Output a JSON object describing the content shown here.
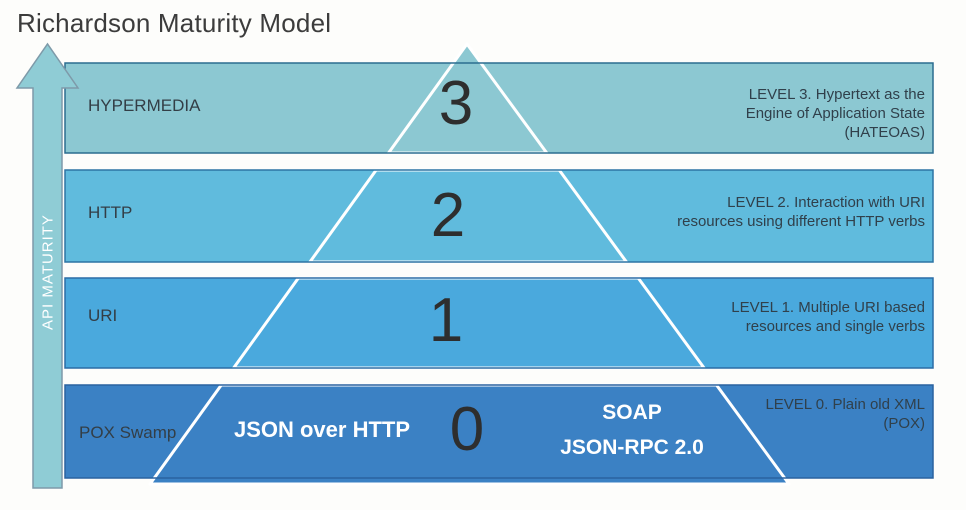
{
  "title": "Richardson Maturity Model",
  "axis_label": "API MATURITY",
  "levels": [
    {
      "level": "3",
      "name": "HYPERMEDIA",
      "description_lines": [
        "LEVEL 3. Hypertext as the",
        "Engine of Application State",
        "(HATEOAS)"
      ],
      "color": "#8cc8d2",
      "border": "#2b6d90"
    },
    {
      "level": "2",
      "name": "HTTP",
      "description_lines": [
        "LEVEL 2. Interaction with URI",
        "resources using different HTTP verbs"
      ],
      "color": "#60bbdd",
      "border": "#2c74a4"
    },
    {
      "level": "1",
      "name": "URI",
      "description_lines": [
        "LEVEL 1. Multiple URI based",
        "resources and single verbs"
      ],
      "color": "#4aa9dd",
      "border": "#2b6da6"
    },
    {
      "level": "0",
      "name": "POX Swamp",
      "description_lines": [
        "LEVEL 0. Plain old XML",
        "(POX)"
      ],
      "color": "#3b81c4",
      "border": "#2a62a0"
    }
  ],
  "protocol_annotations": {
    "left": "JSON over HTTP",
    "right": [
      "SOAP",
      "JSON-RPC 2.0"
    ]
  },
  "colors": {
    "background": "#fdfdfb",
    "pyramid_outline": "#ffffff",
    "arrow_fill": "#8fccd5",
    "arrow_border": "#7e9aa9",
    "title_text": "#3c3c3c",
    "label_text": "#333e46",
    "number_text": "#2e2e2e",
    "annotation_text": "#ffffff"
  }
}
